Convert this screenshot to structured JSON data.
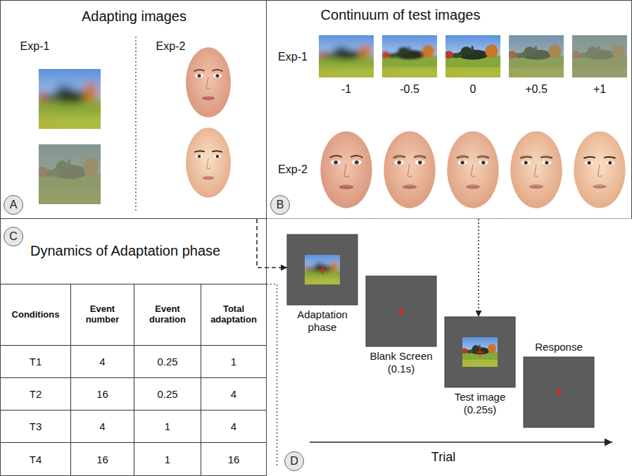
{
  "diagram": {
    "nodes": [
      {
        "text": [
          "Adapting images"
        ]
      },
      {
        "text": [
          "A"
        ],
        "in": 0
      },
      {
        "text": [
          "Continuum of test images"
        ]
      },
      {
        "text": [
          "B"
        ],
        "in": 2
      },
      {
        "text": [
          "Dynamics of Adaptation phase"
        ]
      },
      {
        "text": [
          "C"
        ],
        "in": 4
      },
      {
        "text": [
          "Adaptation phase"
        ]
      },
      {
        "text": [
          "Blank Screen (0.1s)"
        ]
      },
      {
        "text": [
          "Test image (0.25s)"
        ]
      },
      {
        "text": [
          "Response"
        ]
      },
      {
        "text": [
          "D"
        ]
      }
    ],
    "edges": [
      {
        "from": 0,
        "to": 6,
        "arrow": "to"
      },
      {
        "from": 2,
        "to": 8,
        "arrow": "to"
      }
    ],
    "labels": [
      "Exp-1",
      "Exp-2",
      "Exp-1",
      "-1",
      "-0.5",
      "0",
      "+0.5",
      "+1",
      "Exp-2",
      "Conditions",
      "Event number",
      "Event duration",
      "Total adaptation",
      "T1",
      "4",
      "0.25",
      "1",
      "T2",
      "16",
      "0.25",
      "4",
      "T3",
      "4",
      "1",
      "4",
      "T4",
      "16",
      "1",
      "16",
      "Trial"
    ]
  }
}
